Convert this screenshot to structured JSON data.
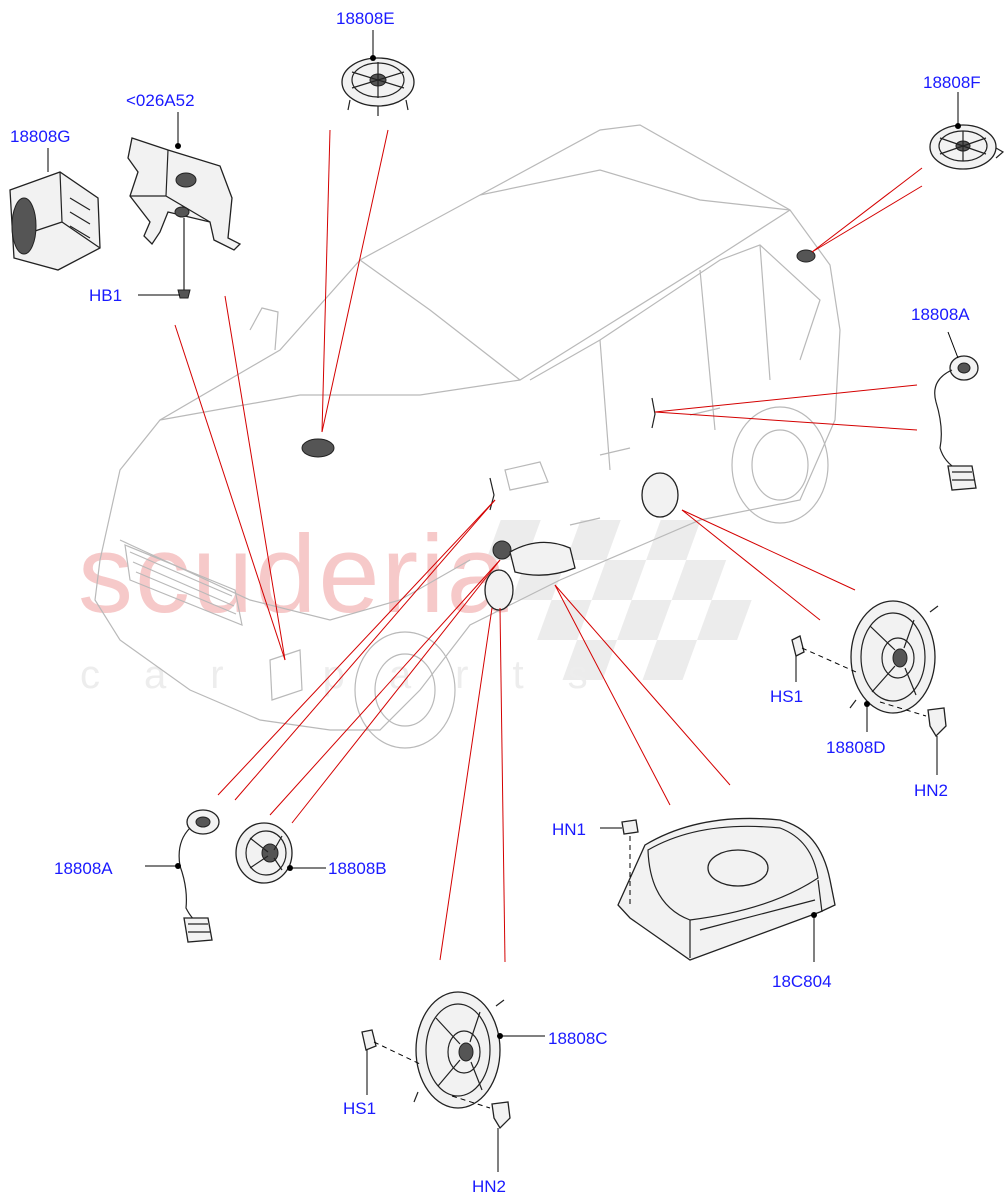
{
  "watermark": {
    "brand": "scuderia",
    "sub": "car parts"
  },
  "callouts": {
    "c18808E": "18808E",
    "c026A52": "<026A52",
    "c18808G": "18808G",
    "c18808F": "18808F",
    "cHB1": "HB1",
    "c18808A_right": "18808A",
    "cHS1_right": "HS1",
    "c18808D": "18808D",
    "cHN2_right": "HN2",
    "cHN1": "HN1",
    "c18C804": "18C804",
    "c18808A_left": "18808A",
    "c18808B": "18808B",
    "c18808C": "18808C",
    "cHS1_bottom": "HS1",
    "cHN2_bottom": "HN2"
  }
}
